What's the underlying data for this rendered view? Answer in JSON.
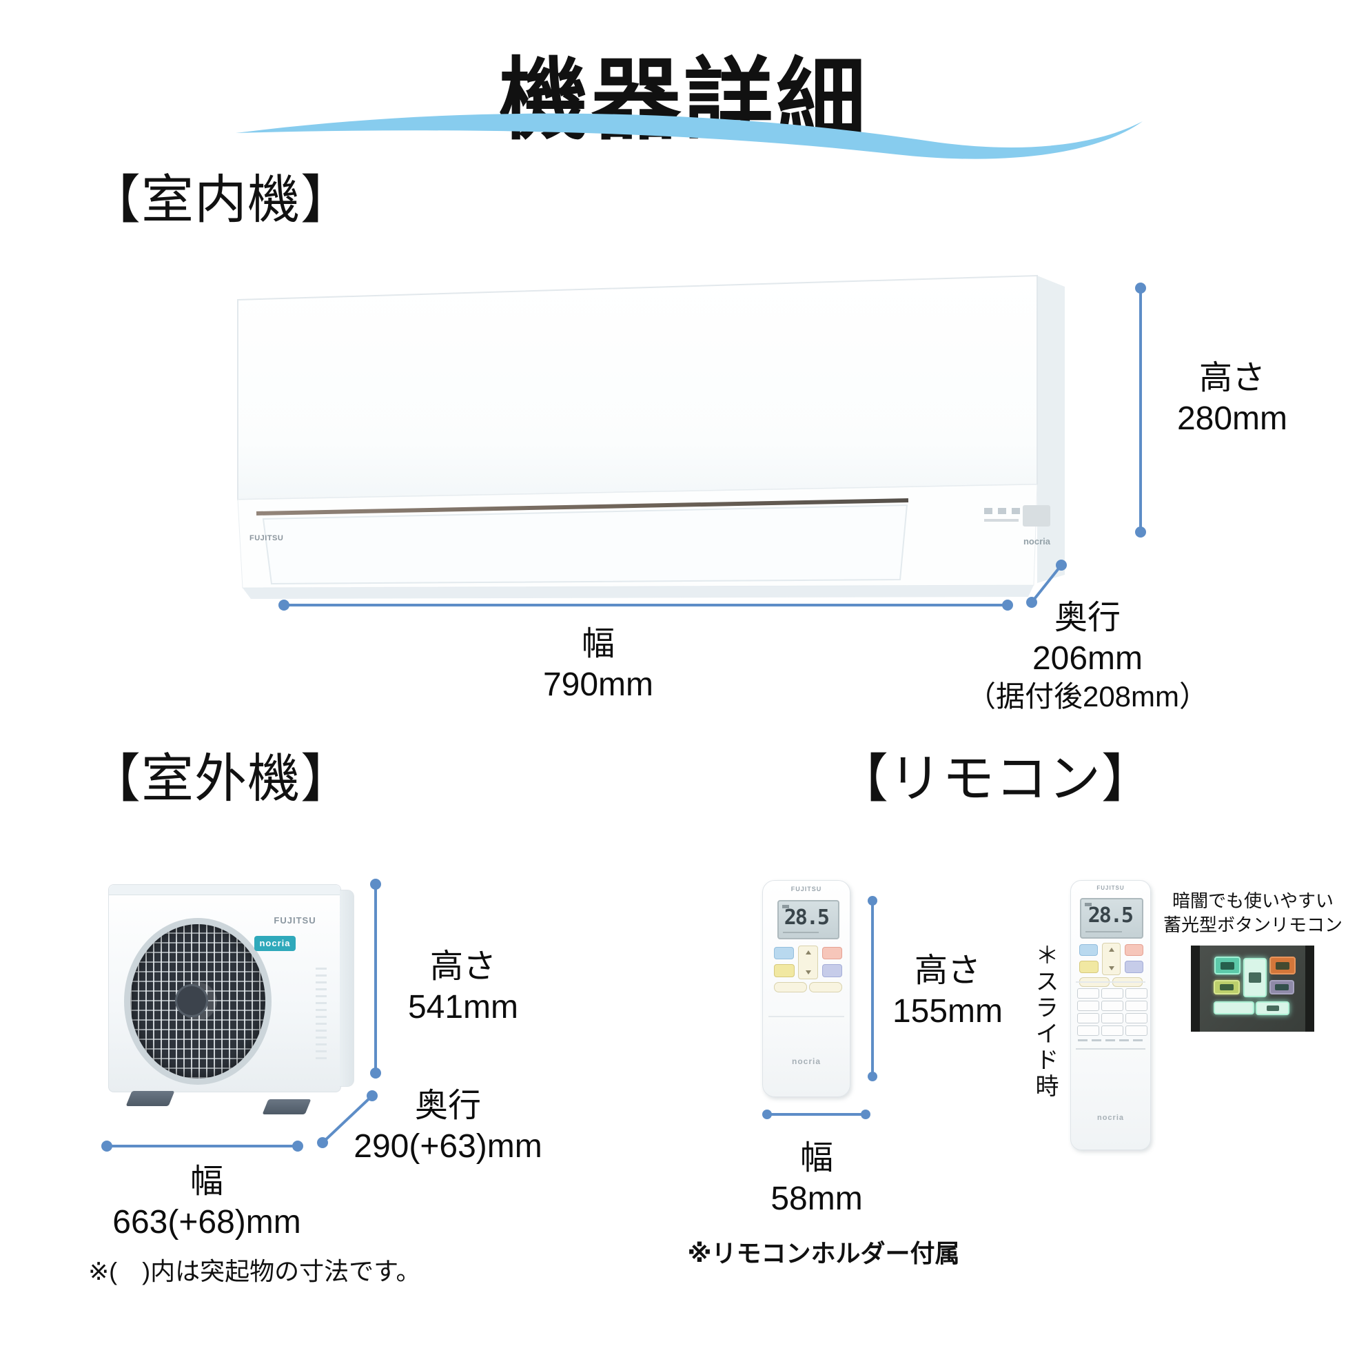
{
  "title": "機器詳細",
  "colors": {
    "dimension_line": "#5d8dc7",
    "swoosh_blue": "#87ccee",
    "nocria_teal": "#2fa9bb"
  },
  "sections": {
    "indoor": {
      "heading": "【室内機】",
      "dims": {
        "height": {
          "label": "高さ",
          "value": "280mm"
        },
        "width": {
          "label": "幅",
          "value": "790mm"
        },
        "depth": {
          "label": "奥行",
          "value": "206mm",
          "note": "（据付後208mm）"
        }
      },
      "unit": {
        "brand": "FUJITSU",
        "logo": "nocria"
      }
    },
    "outdoor": {
      "heading": "【室外機】",
      "dims": {
        "height": {
          "label": "高さ",
          "value": "541mm"
        },
        "depth": {
          "label": "奥行",
          "value": "290(+63)mm"
        },
        "width": {
          "label": "幅",
          "value": "663(+68)mm"
        }
      },
      "note": "※(　)内は突起物の寸法です。",
      "unit": {
        "brand": "FUJITSU",
        "logo": "nocria"
      }
    },
    "remote": {
      "heading": "【リモコン】",
      "dims": {
        "height": {
          "label": "高さ",
          "value": "155mm"
        },
        "width": {
          "label": "幅",
          "value": "58mm"
        }
      },
      "slide_note": "＊スライド時",
      "glow_caption": [
        "暗闇でも使いやすい",
        "蓄光型ボタンリモコン"
      ],
      "holder_note": "※リモコンホルダー付属",
      "lcd_value": "28.5",
      "brand": "FUJITSU",
      "logo": "nocria"
    }
  }
}
